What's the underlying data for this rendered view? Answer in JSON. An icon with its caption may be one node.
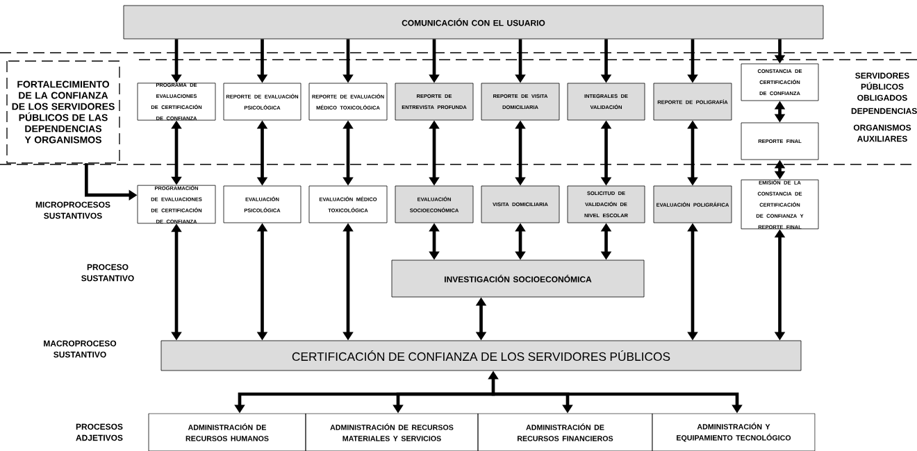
{
  "diagram": {
    "nodes": [
      {
        "text": [
          "COMUNICACIÓN CON EL USUARIO"
        ]
      },
      {
        "text": [
          "FORTALECIMIENTO DE LA CONFIANZA DE LOS SERVIDORES PÚBLICOS DE LAS DEPENDENCIAS Y ORGANISMOS"
        ]
      },
      {
        "text": [
          "PROGRAMA DE EVALUACIONES DE CERTIFICACIÓN DE CONFIANZA"
        ]
      },
      {
        "text": [
          "REPORTE DE EVALUACIÓN PSICOLÓGICA"
        ]
      },
      {
        "text": [
          "REPORTE DE EVALUACIÓN MÉDICO TOXICOLÓGICA"
        ]
      },
      {
        "text": [
          "REPORTE DE ENTREVISTA PROFUNDA"
        ]
      },
      {
        "text": [
          "REPORTE DE VISITA DOMICILIARIA"
        ]
      },
      {
        "text": [
          "INTEGRALES DE VALIDACIÓN"
        ]
      },
      {
        "text": [
          "REPORTE DE POLIGRAFÍA"
        ]
      },
      {
        "text": [
          "CONSTANCIA DE CERTIFICACIÓN DE CONFIANZA"
        ]
      },
      {
        "text": [
          "REPORTE FINAL"
        ]
      },
      {
        "text": [
          "PROGRAMACIÓN DE EVALUACIONES DE CERTIFICACIÓN DE CONFIANZA"
        ]
      },
      {
        "text": [
          "EVALUACIÓN PSICOLÓGICA"
        ]
      },
      {
        "text": [
          "EVALUACIÓN MÉDICO TOXICOLÓGICA"
        ]
      },
      {
        "text": [
          "EVALUACIÓN SOCIOECONÓMICA"
        ]
      },
      {
        "text": [
          "VISITA DOMICILIARIA"
        ]
      },
      {
        "text": [
          "SOLICITUD DE VALIDACIÓN DE NIVEL ESCOLAR"
        ]
      },
      {
        "text": [
          "EVALUACIÓN POLIGRÁFICA"
        ]
      },
      {
        "text": [
          "EMISIÓN DE LA CONSTANCIA DE CERTIFICACIÓN DE CONFIANZA Y REPORTE FINAL"
        ]
      },
      {
        "text": [
          "INVESTIGACIÓN SOCIOECONÓMICA"
        ]
      },
      {
        "text": [
          "CERTIFICACIÓN DE CONFIANZA DE LOS SERVIDORES PÚBLICOS"
        ]
      },
      {
        "text": [
          "ADMINISTRACIÓN DE RECURSOS HUMANOS"
        ]
      },
      {
        "text": [
          "ADMINISTRACIÓN DE RECURSOS MATERIALES Y SERVICIOS"
        ]
      },
      {
        "text": [
          "ADMINISTRACIÓN DE RECURSOS FINANCIEROS"
        ]
      },
      {
        "text": [
          "ADMINISTRACIÓN Y EQUIPAMIENTO TECNOLÓGICO"
        ]
      }
    ],
    "edges": [
      {
        "from": 0,
        "to": 2,
        "arrow": "to"
      },
      {
        "from": 0,
        "to": 3,
        "arrow": "to"
      },
      {
        "from": 0,
        "to": 4,
        "arrow": "to"
      },
      {
        "from": 0,
        "to": 5,
        "arrow": "to"
      },
      {
        "from": 0,
        "to": 6,
        "arrow": "to"
      },
      {
        "from": 0,
        "to": 7,
        "arrow": "to"
      },
      {
        "from": 0,
        "to": 8,
        "arrow": "to"
      },
      {
        "from": 0,
        "to": 9,
        "arrow": "to"
      },
      {
        "from": 2,
        "to": 11,
        "arrow": "both"
      },
      {
        "from": 3,
        "to": 12,
        "arrow": "both"
      },
      {
        "from": 4,
        "to": 13,
        "arrow": "both"
      },
      {
        "from": 5,
        "to": 14,
        "arrow": "both"
      },
      {
        "from": 6,
        "to": 15,
        "arrow": "both"
      },
      {
        "from": 7,
        "to": 16,
        "arrow": "both"
      },
      {
        "from": 8,
        "to": 17,
        "arrow": "both"
      },
      {
        "from": 9,
        "to": 10,
        "arrow": "both"
      },
      {
        "from": 10,
        "to": 18,
        "arrow": "both"
      },
      {
        "from": 1,
        "to": 11,
        "arrow": "to"
      },
      {
        "from": 11,
        "to": 20,
        "arrow": "both"
      },
      {
        "from": 12,
        "to": 20,
        "arrow": "both"
      },
      {
        "from": 13,
        "to": 20,
        "arrow": "both"
      },
      {
        "from": 14,
        "to": 19,
        "arrow": "both"
      },
      {
        "from": 15,
        "to": 19,
        "arrow": "both"
      },
      {
        "from": 16,
        "to": 19,
        "arrow": "both"
      },
      {
        "from": 19,
        "to": 20,
        "arrow": "both"
      },
      {
        "from": 17,
        "to": 20,
        "arrow": "both"
      },
      {
        "from": 18,
        "to": 20,
        "arrow": "both"
      },
      {
        "from": 20,
        "to": 21,
        "arrow": "both"
      },
      {
        "from": 20,
        "to": 22,
        "arrow": "both"
      },
      {
        "from": 20,
        "to": 23,
        "arrow": "both"
      },
      {
        "from": 20,
        "to": 24,
        "arrow": "both"
      }
    ],
    "labels": [
      "SERVIDORES PÚBLICOS OBLIGADOS",
      "DEPENDENCIAS",
      "ORGANISMOS AUXILIARES",
      "MICROPROCESOS SUSTANTIVOS",
      "PROCESO SUSTANTIVO",
      "MACROPROCESO SUSTANTIVO",
      "PROCESOS ADJETIVOS"
    ]
  }
}
